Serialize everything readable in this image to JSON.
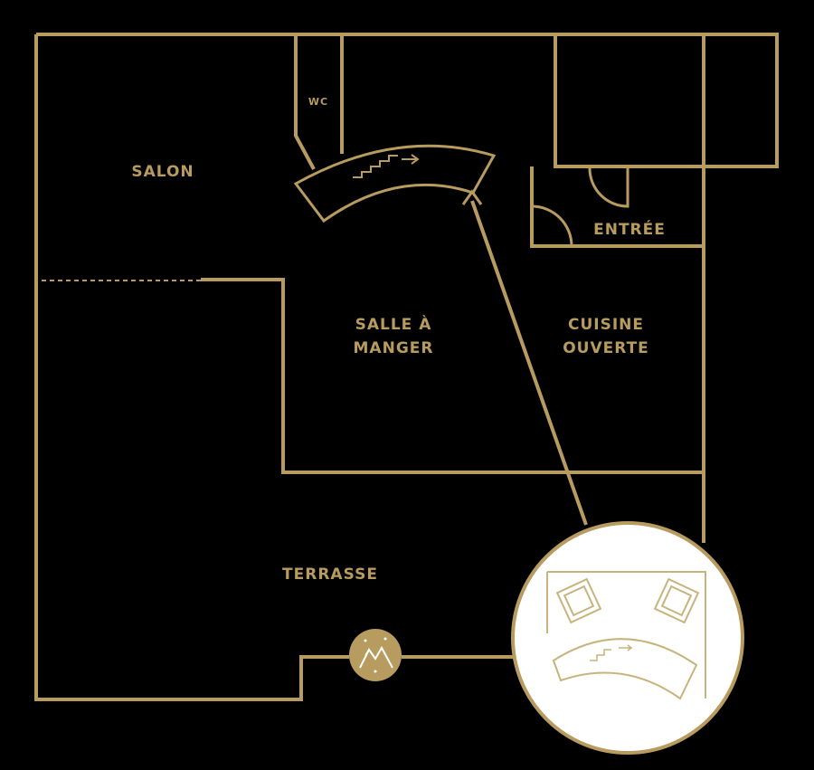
{
  "colors": {
    "line": "#b89b5e",
    "background": "#000000",
    "inset_background": "#ffffff",
    "inset_line": "#c8b37d"
  },
  "labels": {
    "salon": "SALON",
    "wc": "WC",
    "entree": "ENTRÉE",
    "salle_a_manger": "SALLE À\nMANGER",
    "cuisine": "CUISINE\nOUVERTE",
    "terrasse": "TERRASSE"
  },
  "icons": {
    "badge": "mountain-logo-icon",
    "staircase": "staircase-icon",
    "arrow": "arrow-right-icon"
  }
}
